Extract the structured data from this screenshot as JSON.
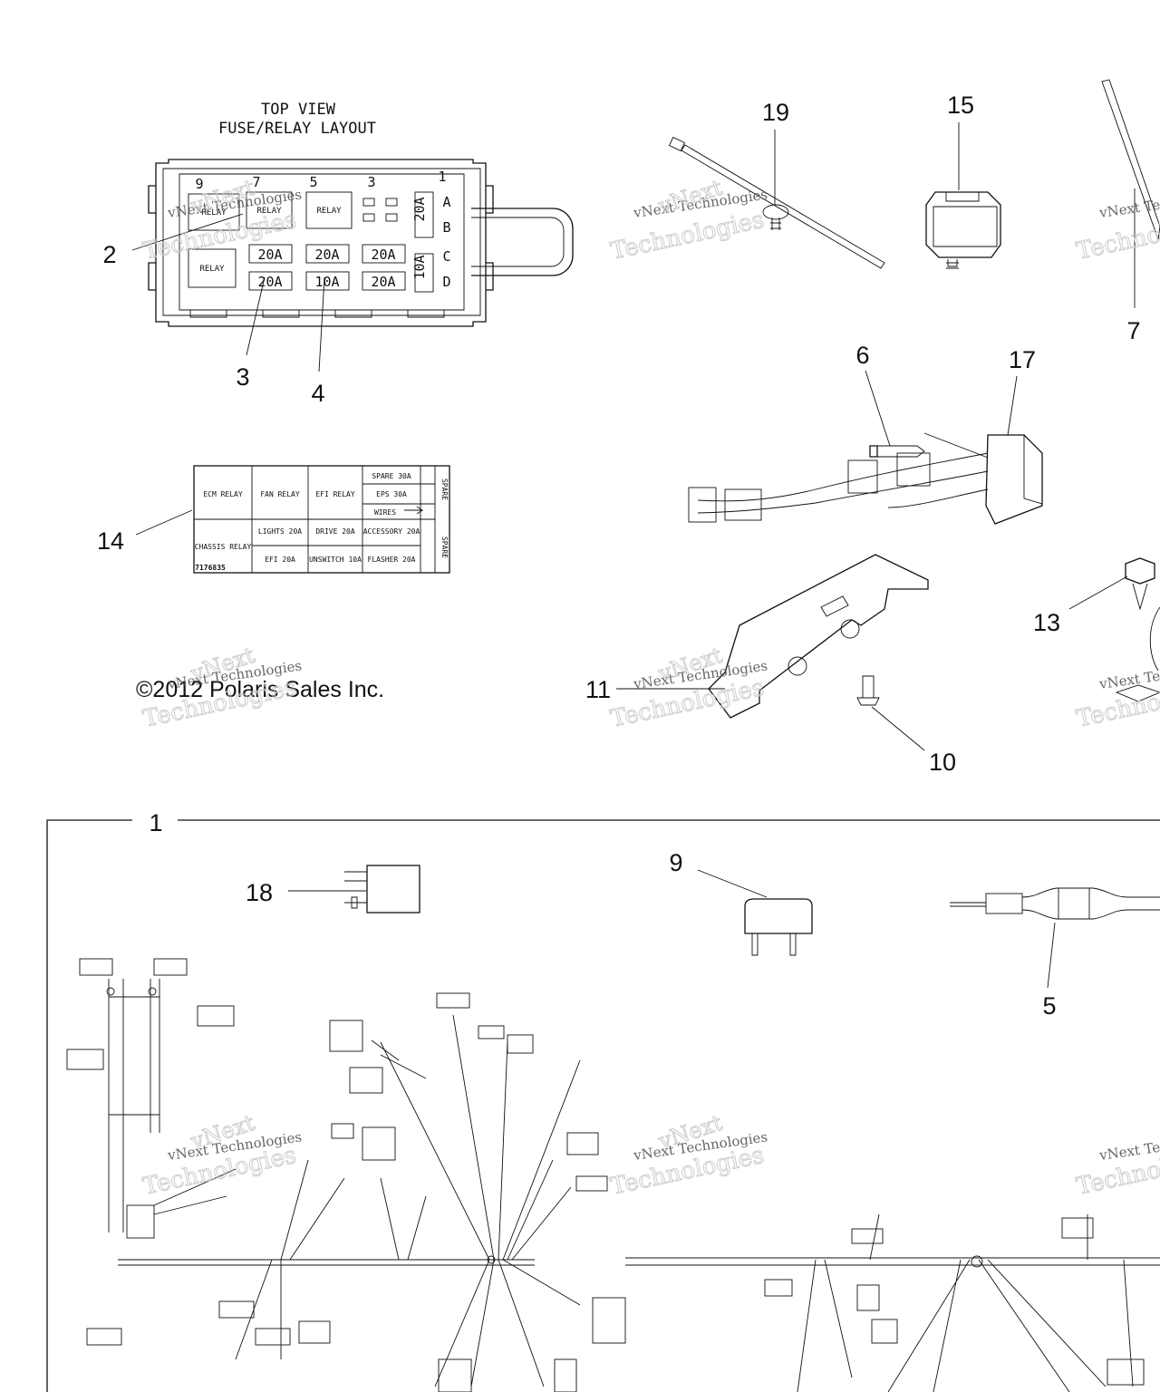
{
  "fuse_box": {
    "title_line1": "TOP VIEW",
    "title_line2": "FUSE/RELAY LAYOUT",
    "slot_numbers": [
      "9",
      "7",
      "5",
      "3",
      "1"
    ],
    "row_letters": [
      "A",
      "B",
      "C",
      "D"
    ],
    "relays": [
      "RELAY",
      "RELAY",
      "RELAY",
      "RELAY"
    ],
    "fuses_row_b": [
      "20A",
      "20A",
      "20A"
    ],
    "fuses_row_c": [
      "20A",
      "10A",
      "20A"
    ],
    "side_fuse_a": "20A",
    "side_fuse_c": "10A"
  },
  "label_chart": {
    "cells": {
      "ecm": "ECM RELAY",
      "fan": "FAN RELAY",
      "efi_relay": "EFI RELAY",
      "spare30": "SPARE 30A",
      "eps": "EPS 30A",
      "wires": "WIRES",
      "spare_top": "SPARE",
      "chassis": "CHASSIS RELAY",
      "lights": "LIGHTS 20A",
      "drive": "DRIVE 20A",
      "accessory": "ACCESSORY 20A",
      "efi20": "EFI 20A",
      "unswitch": "UNSWITCH 10A",
      "flasher": "FLASHER 20A",
      "spare_bottom": "SPARE",
      "part_number": "7176835"
    }
  },
  "copyright": "©2012 Polaris Sales Inc.",
  "watermark": {
    "line1": "vNext Technologies",
    "line2": "Technologies",
    "outline": "vNext"
  },
  "callouts": {
    "c1": "1",
    "c2": "2",
    "c3": "3",
    "c4": "4",
    "c5": "5",
    "c6": "6",
    "c7": "7",
    "c9": "9",
    "c10": "10",
    "c11": "11",
    "c13": "13",
    "c14": "14",
    "c15": "15",
    "c17": "17",
    "c18": "18",
    "c19": "19"
  }
}
